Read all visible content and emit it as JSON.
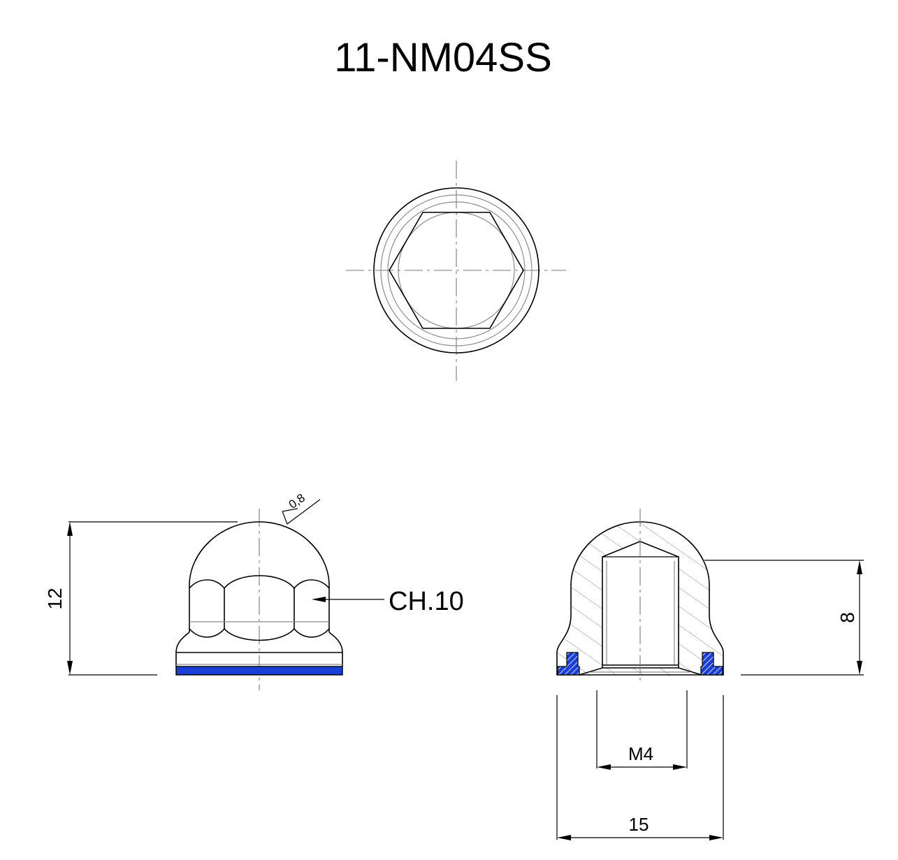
{
  "title": "11-NM04SS",
  "dimensions": {
    "height": "12",
    "wrench_size": "CH.10",
    "roughness": "0,8",
    "thread_depth": "8",
    "thread": "M4",
    "diameter": "15"
  },
  "colors": {
    "line": "#000000",
    "washer": "#1a3fd6",
    "hatch": "#8a8a8a"
  }
}
